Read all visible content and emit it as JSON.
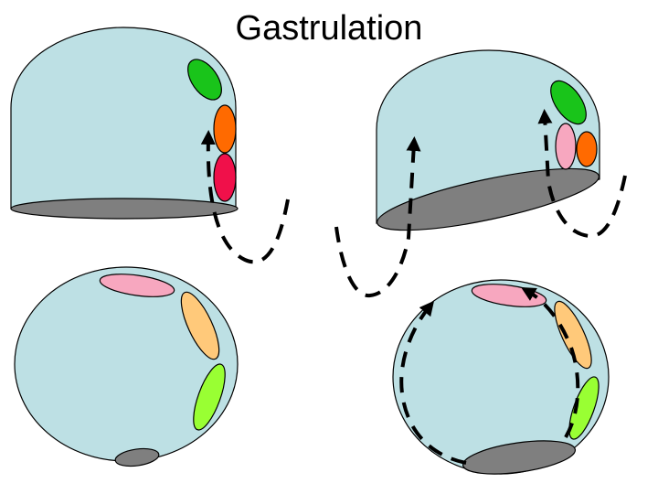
{
  "title": "Gastrulation",
  "colors": {
    "embryo_fill": "#bde0e4",
    "blastopore_fill": "#7f7f7f",
    "green": "#19c41a",
    "orange": "#ff6a00",
    "red": "#f0104a",
    "pink": "#f7a7bf",
    "light_orange": "#ffc97a",
    "light_green": "#99ff33",
    "arrow": "#000000"
  },
  "panels": [
    {
      "name": "top-left-dome-embryo",
      "cells": [
        "green",
        "orange",
        "red"
      ],
      "arrows": 1
    },
    {
      "name": "top-right-dome-embryo",
      "cells": [
        "green",
        "pink",
        "orange"
      ],
      "arrows": 2
    },
    {
      "name": "bottom-left-sphere-embryo",
      "cells": [
        "pink",
        "light_orange",
        "light_green"
      ],
      "arrows": 0
    },
    {
      "name": "bottom-right-sphere-embryo",
      "cells": [
        "pink",
        "light_orange",
        "light_green"
      ],
      "arrows": 2
    }
  ]
}
